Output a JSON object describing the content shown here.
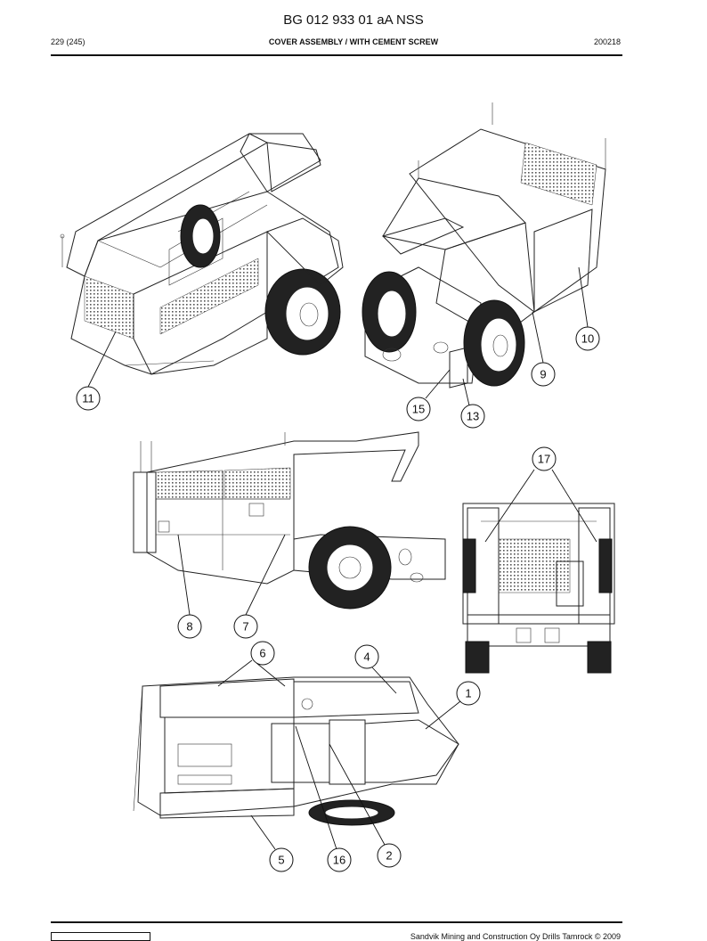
{
  "document": {
    "title": "BG 012 933 01 aA NSS",
    "page": "229 (245)",
    "section_title": "COVER ASSEMBLY / WITH CEMENT SCREW",
    "date_code": "200218",
    "footer": "Sandvik Mining and Construction Oy Drills Tamrock © 2009"
  },
  "callouts": [
    {
      "id": "callout-11",
      "label": "11"
    },
    {
      "id": "callout-10",
      "label": "10"
    },
    {
      "id": "callout-9",
      "label": "9"
    },
    {
      "id": "callout-15",
      "label": "15"
    },
    {
      "id": "callout-13",
      "label": "13"
    },
    {
      "id": "callout-17",
      "label": "17"
    },
    {
      "id": "callout-8",
      "label": "8"
    },
    {
      "id": "callout-7",
      "label": "7"
    },
    {
      "id": "callout-6",
      "label": "6"
    },
    {
      "id": "callout-4",
      "label": "4"
    },
    {
      "id": "callout-1",
      "label": "1"
    },
    {
      "id": "callout-5",
      "label": "5"
    },
    {
      "id": "callout-16",
      "label": "16"
    },
    {
      "id": "callout-2",
      "label": "2"
    }
  ]
}
